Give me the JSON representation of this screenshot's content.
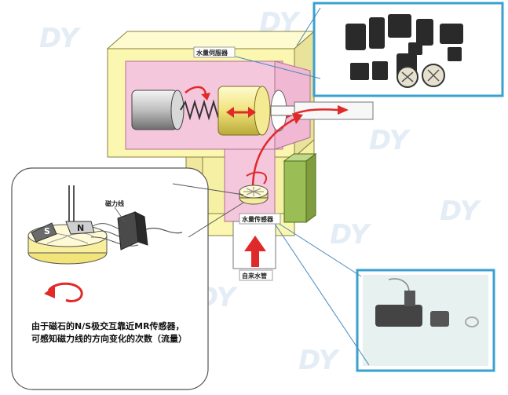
{
  "labels": {
    "valve": "水量伺服器",
    "flux_line": "磁力线",
    "sensor": "水量传感器",
    "tap_water": "自来水管",
    "magnet_s": "S",
    "magnet_n": "N"
  },
  "description": "由于磁石的N/S极交互靠近MR传感器，可感知磁力线的方向变化的次数（流量）",
  "watermark": "DY",
  "colors": {
    "housing_yellow": "#fbf7b0",
    "chamber_pink": "#f5c7dd",
    "arrow_red": "#e02a2a",
    "panel_border": "#3aa0cf",
    "sensor_green": "#9bbd55"
  }
}
